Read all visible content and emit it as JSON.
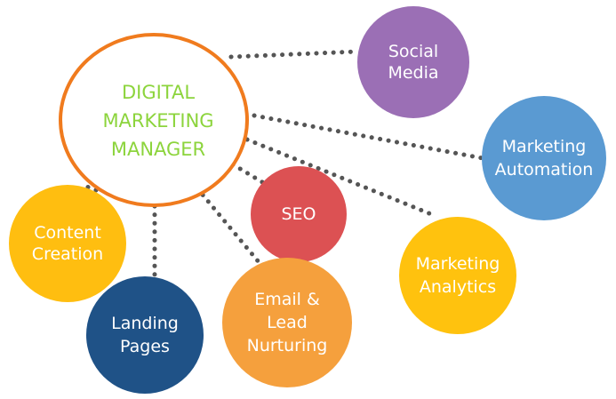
{
  "center": {
    "lines": [
      "DIGITAL",
      "MARKETING",
      "MANAGER"
    ],
    "text_color": "#8CD43C",
    "ring_color": "#F07B1E"
  },
  "connector_color": "#555555",
  "nodes": [
    {
      "id": "social-media",
      "lines": [
        "Social",
        "Media"
      ],
      "color": "#9B6FB5"
    },
    {
      "id": "marketing-automation",
      "lines": [
        "Marketing",
        "Automation"
      ],
      "color": "#5A9AD2"
    },
    {
      "id": "seo",
      "lines": [
        "SEO"
      ],
      "color": "#DC5153"
    },
    {
      "id": "marketing-analytics",
      "lines": [
        "Marketing",
        "Analytics"
      ],
      "color": "#FFC20E"
    },
    {
      "id": "email-lead-nurturing",
      "lines": [
        "Email &",
        "Lead",
        "Nurturing"
      ],
      "color": "#F5A03D"
    },
    {
      "id": "landing-pages",
      "lines": [
        "Landing",
        "Pages"
      ],
      "color": "#1F5287"
    },
    {
      "id": "content-creation",
      "lines": [
        "Content",
        "Creation"
      ],
      "color": "#FFBE10"
    }
  ]
}
